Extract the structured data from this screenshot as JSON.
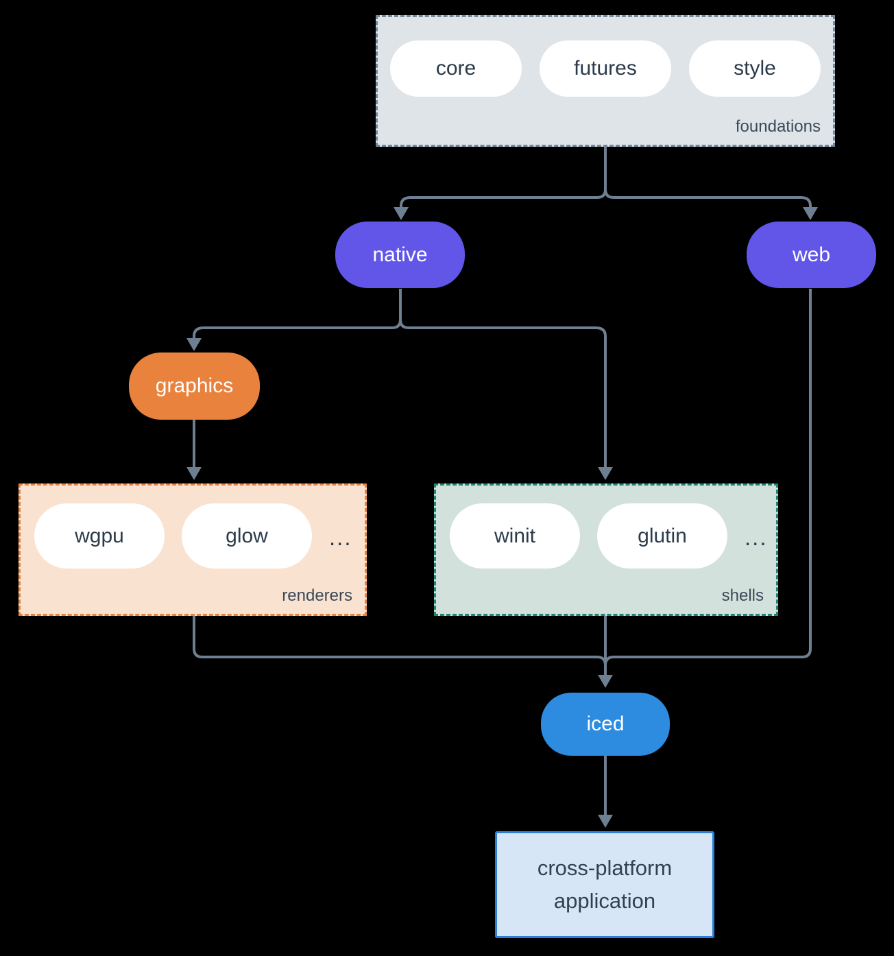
{
  "nodes": {
    "native": "native",
    "web": "web",
    "graphics": "graphics",
    "iced": "iced",
    "application": "cross-platform application"
  },
  "groups": {
    "foundations": {
      "label": "foundations",
      "pills": [
        "core",
        "futures",
        "style"
      ]
    },
    "renderers": {
      "label": "renderers",
      "pills": [
        "wgpu",
        "glow"
      ],
      "ellipsis": "..."
    },
    "shells": {
      "label": "shells",
      "pills": [
        "winit",
        "glutin"
      ],
      "ellipsis": "..."
    }
  },
  "colors": {
    "background": "#000000",
    "connector": "#6e7f92",
    "foundations_fill": "#dfe4e8",
    "foundations_border": "#76879b",
    "platform_accent": "#6156e8",
    "graphics_accent": "#e8823d",
    "renderers_fill": "#f9e2d0",
    "renderers_border": "#e8823d",
    "shells_fill": "#d2e1db",
    "shells_border": "#1f8576",
    "iced_accent": "#2d8ce0",
    "application_fill": "#d6e6f7",
    "application_border": "#2b7fd6",
    "text_dark": "#2c3b4b",
    "text_light": "#ffffff"
  }
}
